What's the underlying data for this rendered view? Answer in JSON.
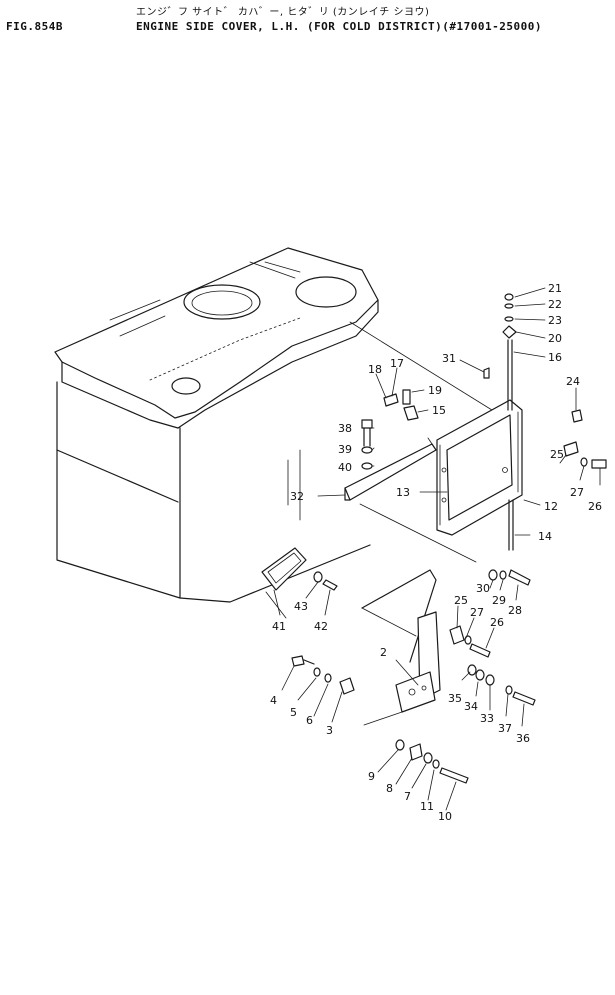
{
  "header": {
    "fig_number": "FIG.854B",
    "title_jp": "エンジ゛フ サイト゛ カハ゛ー, ヒタ゛リ (カンレイチ シヨウ)",
    "title": "ENGINE SIDE COVER, L.H. (FOR COLD DISTRICT)(#17001-25000)"
  },
  "part_labels": [
    "21",
    "22",
    "23",
    "20",
    "16",
    "31",
    "17",
    "18",
    "19",
    "15",
    "24",
    "38",
    "39",
    "40",
    "32",
    "13",
    "12",
    "25",
    "27",
    "26",
    "14",
    "30",
    "29",
    "28",
    "41",
    "43",
    "42",
    "25",
    "27",
    "26",
    "2",
    "35",
    "34",
    "33",
    "37",
    "36",
    "4",
    "5",
    "6",
    "3",
    "9",
    "8",
    "7",
    "11",
    "10"
  ]
}
